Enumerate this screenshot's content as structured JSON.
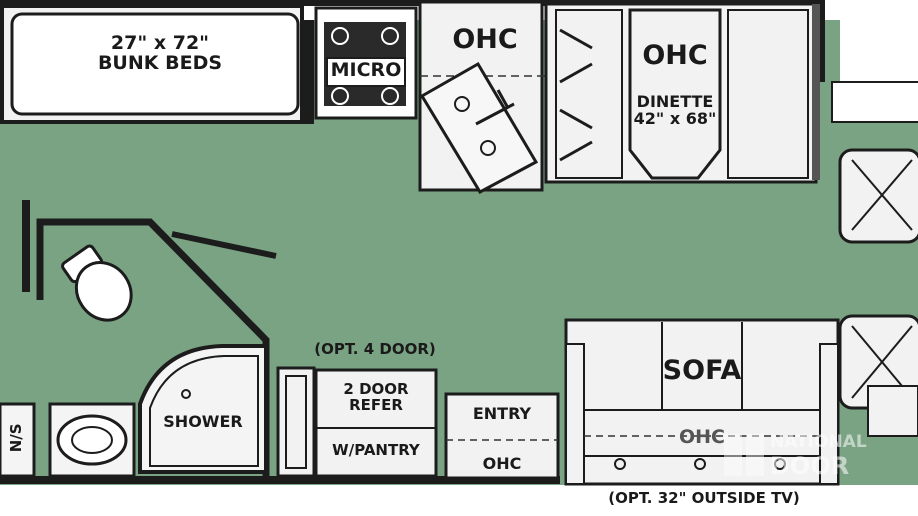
{
  "bunk": {
    "line1": "27\" x 72\"",
    "line2": "BUNK BEDS"
  },
  "micro": "MICRO",
  "ohc_left": "OHC",
  "ohc_dinette": "OHC",
  "dinette": {
    "line1": "DINETTE",
    "line2": "42\" x 68\""
  },
  "opt_door": "(OPT. 4 DOOR)",
  "refer": {
    "line1": "2 DOOR",
    "line2": "REFER",
    "line3": "W/PANTRY"
  },
  "shower": "SHOWER",
  "ns": "N/S",
  "entry": "ENTRY",
  "ohc_entry": "OHC",
  "sofa": "SOFA",
  "ohc_sofa": "OHC",
  "opt_tv": "(OPT. 32\" OUTSIDE TV)",
  "watermark": {
    "line1": "NATIONAL",
    "line2": "DOOR"
  },
  "colors": {
    "floor": "#7aa383",
    "wall": "#1c1c1c",
    "furniture": "#f2f2f2"
  }
}
